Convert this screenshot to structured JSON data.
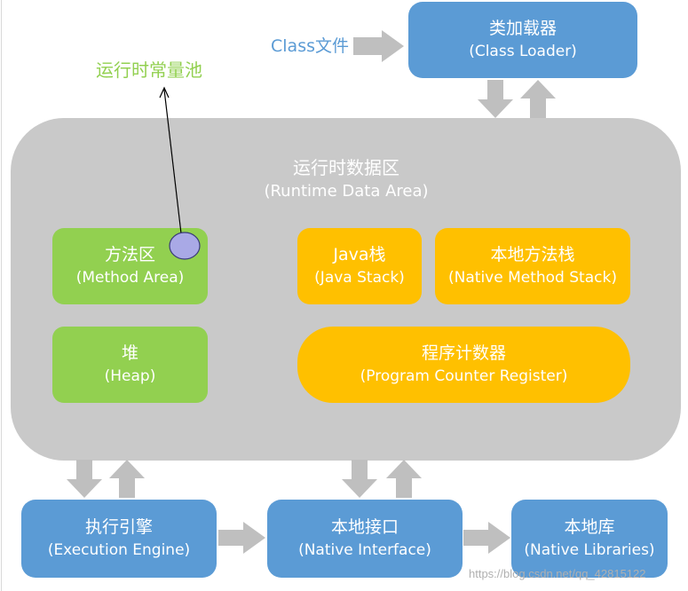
{
  "class_file": {
    "label": "Class文件"
  },
  "class_loader": {
    "title": "类加载器",
    "subtitle": "(Class Loader)"
  },
  "runtime_area": {
    "title": "运行时数据区",
    "subtitle": "(Runtime Data Area)"
  },
  "method_area": {
    "title": "方法区",
    "subtitle": "(Method Area)"
  },
  "heap": {
    "title": "堆",
    "subtitle": "(Heap)"
  },
  "java_stack": {
    "title": "Java栈",
    "subtitle": "(Java Stack)"
  },
  "native_method_stack": {
    "title": "本地方法栈",
    "subtitle": "(Native Method Stack)"
  },
  "program_counter": {
    "title": "程序计数器",
    "subtitle": "(Program Counter Register)"
  },
  "runtime_constant_pool": {
    "label": "运行时常量池"
  },
  "execution_engine": {
    "title": "执行引擎",
    "subtitle": "(Execution Engine)"
  },
  "native_interface": {
    "title": "本地接口",
    "subtitle": "(Native Interface)"
  },
  "native_libraries": {
    "title": "本地库",
    "subtitle": "(Native Libraries)"
  },
  "watermark": "https://blog.csdn.net/qq_42815122",
  "colors": {
    "blue_box": "#5b9bd5",
    "green_box": "#92d050",
    "orange_box": "#ffc000",
    "runtime_area": "#c9c9c9",
    "arrow": "#bfbfbf",
    "pool_marker": "#a9a9e6"
  }
}
